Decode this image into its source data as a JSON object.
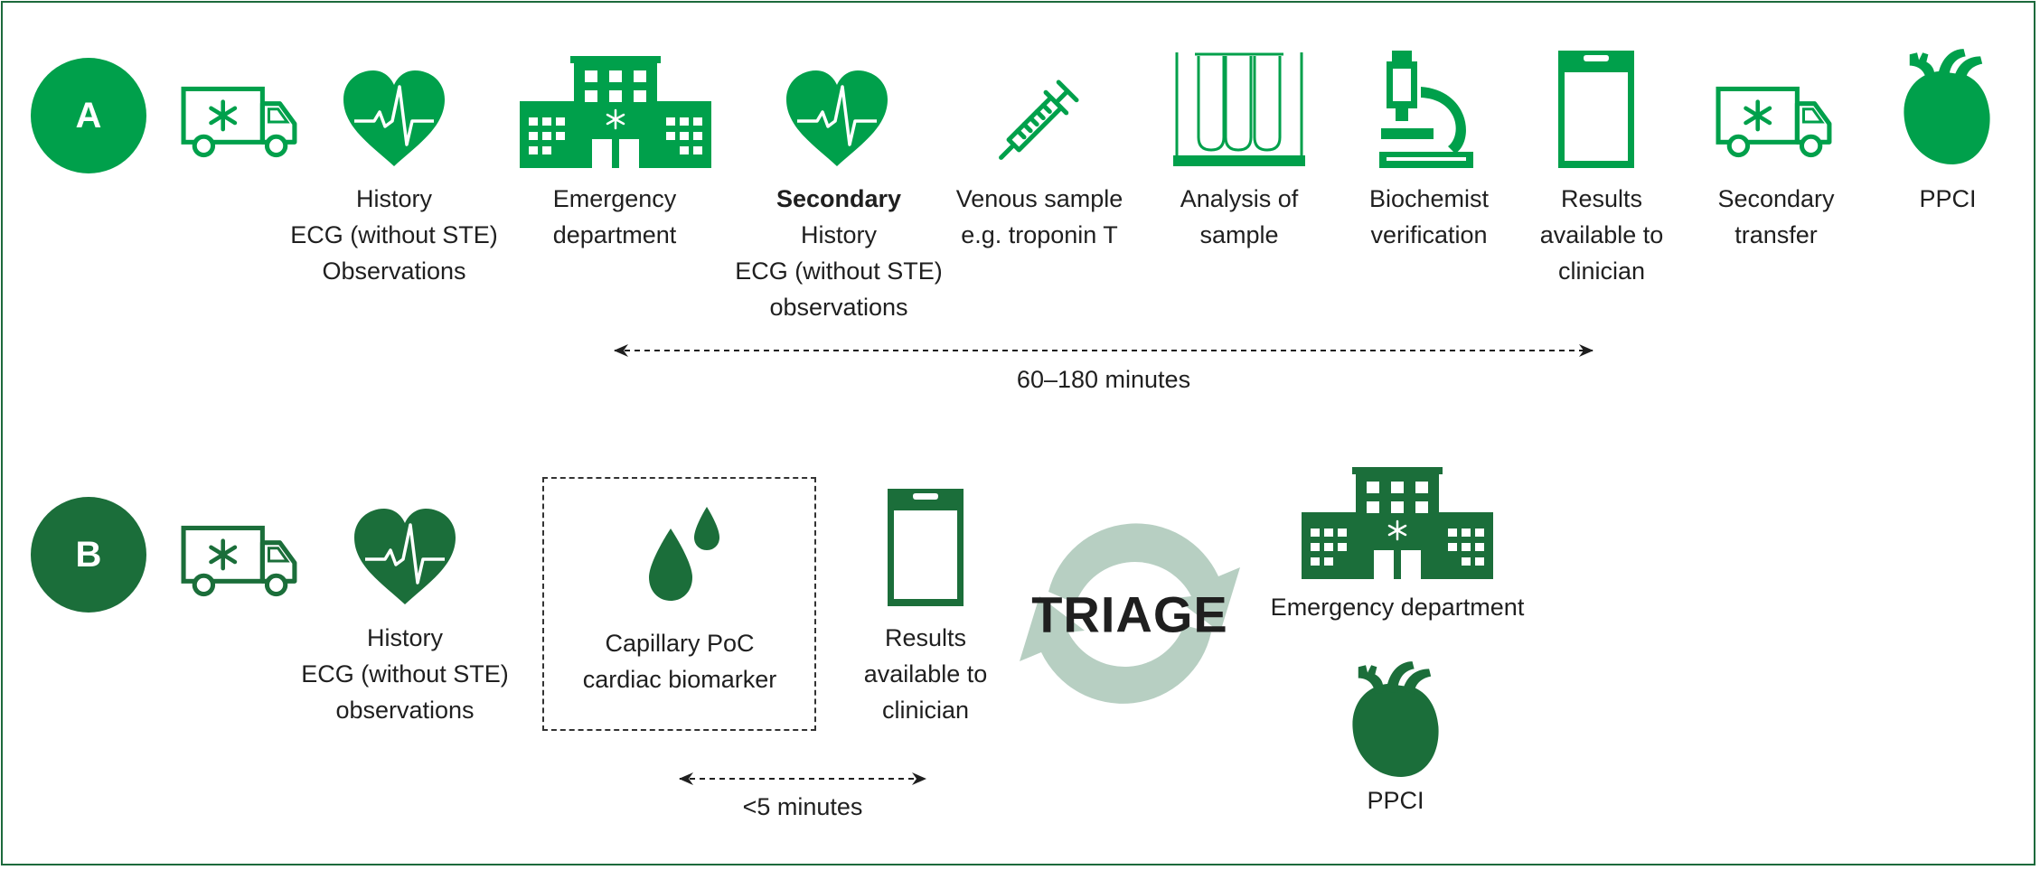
{
  "colors": {
    "light_green": "#00a04b",
    "dark_green": "#1b6e3a",
    "triage_arrows": "#b7cfc2",
    "text": "#1f1f1f"
  },
  "row_a": {
    "badge": "A",
    "steps": [
      {
        "icon": "ambulance-icon",
        "lines": []
      },
      {
        "icon": "heart-ecg-icon",
        "lines": [
          "History",
          "ECG (without STE)",
          "Observations"
        ]
      },
      {
        "icon": "hospital-icon",
        "lines": [
          "Emergency",
          "department"
        ]
      },
      {
        "icon": "heart-ecg-icon",
        "lines": [
          "Secondary",
          "History",
          "ECG (without STE)",
          "observations"
        ]
      },
      {
        "icon": "syringe-icon",
        "lines": [
          "Venous sample",
          "e.g. troponin T"
        ]
      },
      {
        "icon": "test-tubes-icon",
        "lines": [
          "Analysis of",
          "sample"
        ]
      },
      {
        "icon": "microscope-icon",
        "lines": [
          "Biochemist",
          "verification"
        ]
      },
      {
        "icon": "results-sheet-icon",
        "lines": [
          "Results",
          "available to",
          "clinician"
        ]
      },
      {
        "icon": "ambulance-icon",
        "lines": [
          "Secondary",
          "transfer"
        ]
      },
      {
        "icon": "anatomical-heart-icon",
        "lines": [
          "PPCI"
        ]
      }
    ],
    "duration": "60–180 minutes"
  },
  "row_b": {
    "badge": "B",
    "steps": [
      {
        "icon": "ambulance-icon",
        "lines": []
      },
      {
        "icon": "heart-ecg-icon",
        "lines": [
          "History",
          "ECG (without STE)",
          "observations"
        ]
      },
      {
        "icon": "blood-drops-icon",
        "lines": [
          "Capillary PoC",
          "cardiac biomarker"
        ]
      },
      {
        "icon": "results-sheet-icon",
        "lines": [
          "Results",
          "available to",
          "clinician"
        ]
      },
      {
        "icon": "hospital-icon",
        "lines": [
          "Emergency department"
        ]
      },
      {
        "icon": "anatomical-heart-icon",
        "lines": [
          "PPCI"
        ]
      }
    ],
    "triage": "TRIAGE",
    "duration": "<5 minutes"
  }
}
